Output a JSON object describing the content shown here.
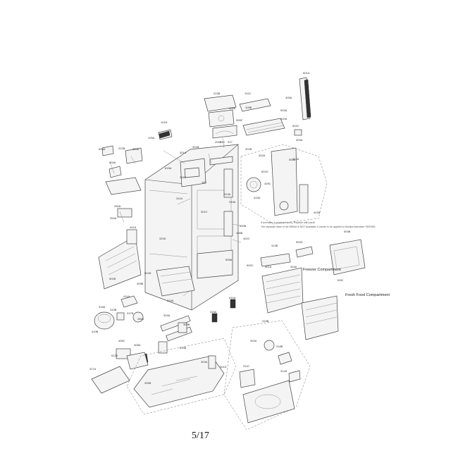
{
  "page_number": "5/17",
  "note": {
    "line1": "If icemaker is replaced (w/o), Replace with part#",
    "line2": "The separate label of the EBDM is NOT available, it needs to be applied to Monitor/Icemaker SMTM01"
  },
  "compartments": {
    "freezer": "Freezer Compartment",
    "fresh_food": "Fresh Food Compartment"
  },
  "part_labels": [
    "501A",
    "203B",
    "406A",
    "505F",
    "102C",
    "405A",
    "105B",
    "503A",
    "101D",
    "410A",
    "502C",
    "205D",
    "105A",
    "409A",
    "605A",
    "202B",
    "301A",
    "301B",
    "300A",
    "316",
    "317",
    "401B",
    "500A",
    "402A",
    "502A",
    "615A",
    "311B",
    "311A",
    "250A",
    "254A",
    "501D",
    "301C",
    "241A",
    "149",
    "313A",
    "249A",
    "419A",
    "320D",
    "500B",
    "406B",
    "412A",
    "402C",
    "409C",
    "313B",
    "502D",
    "402B",
    "503B",
    "401A",
    "404A",
    "105C",
    "508A",
    "500C",
    "501B",
    "502B",
    "409B",
    "411A",
    "319A",
    "318A",
    "319B",
    "317B",
    "265A",
    "304A",
    "300B",
    "315A",
    "610A",
    "410B",
    "406C",
    "408A",
    "615B",
    "612A",
    "303A",
    "301D",
    "317A",
    "305B",
    "315B",
    "302A",
    "318B",
    "311C",
    "312A"
  ]
}
